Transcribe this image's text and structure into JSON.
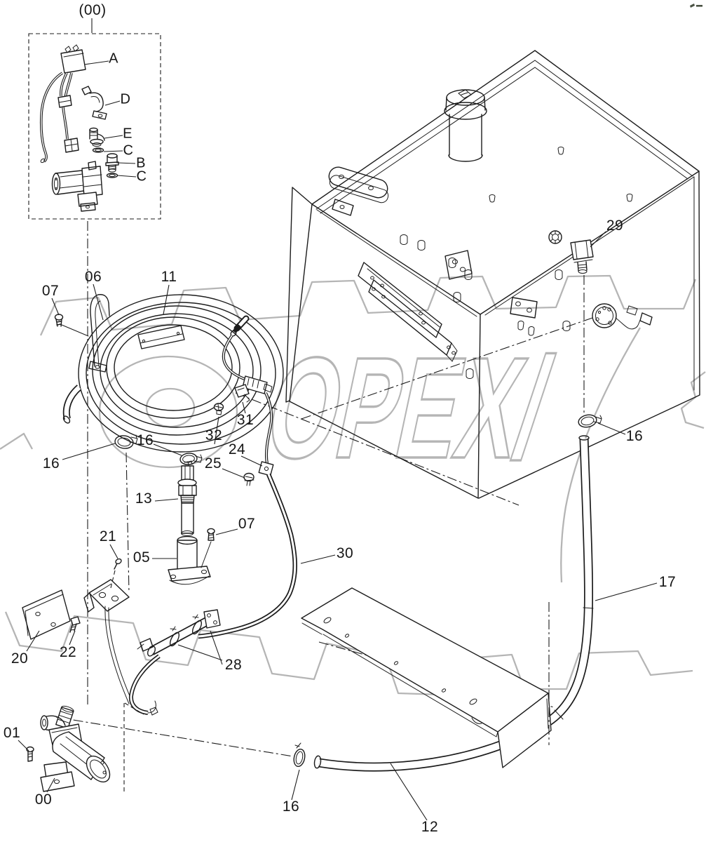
{
  "page": {
    "type": "parts-diagram",
    "background": "#ffffff"
  },
  "colors": {
    "line": "#1c1c1c",
    "watermark": "#b5b5b5",
    "corner_artifact": "#4a5244"
  },
  "watermark": {
    "text": "OPEX/"
  },
  "labels": {
    "detail_box": "(00)",
    "a": "A",
    "d": "D",
    "e": "E",
    "c1": "C",
    "b": "B",
    "c2": "C",
    "n29": "29",
    "n06": "06",
    "n11": "11",
    "n07a": "07",
    "n16a": "16",
    "n16b": "16",
    "n16c": "16",
    "n16d": "16",
    "n31": "31",
    "n32": "32",
    "n24": "24",
    "n25": "25",
    "n13": "13",
    "n07b": "07",
    "n05": "05",
    "n21": "21",
    "n30": "30",
    "n20": "20",
    "n22": "22",
    "n28": "28",
    "n01": "01",
    "n00": "00",
    "n12": "12",
    "n17": "17"
  }
}
